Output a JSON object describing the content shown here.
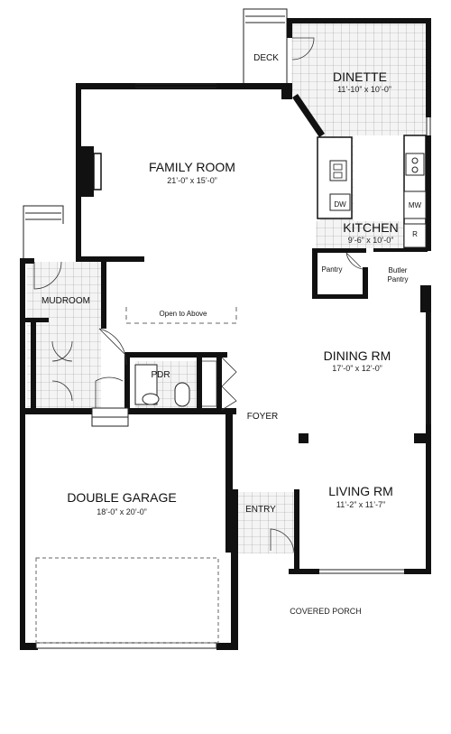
{
  "rooms": {
    "deck": {
      "name": "DECK"
    },
    "dinette": {
      "name": "DINETTE",
      "dims": "11’-10” x 10’-0”"
    },
    "family": {
      "name": "FAMILY ROOM",
      "dims": "21’-0” x 15’-0”"
    },
    "kitchen": {
      "name": "KITCHEN",
      "dims": "9’-6” x 10’-0”"
    },
    "pantry": {
      "name": "Pantry"
    },
    "butler": {
      "line1": "Butler",
      "line2": "Pantry"
    },
    "mudroom": {
      "name": "MUDROOM"
    },
    "dining": {
      "name": "DINING RM",
      "dims": "17’-0” x 12’-0”"
    },
    "pdr": {
      "name": "PDR"
    },
    "foyer": {
      "name": "FOYER"
    },
    "garage": {
      "name": "DOUBLE GARAGE",
      "dims": "18’-0” x 20’-0”"
    },
    "entry": {
      "name": "ENTRY"
    },
    "living": {
      "name": "LIVING RM",
      "dims": "11’-2” x 11’-7”"
    }
  },
  "labels": {
    "open_above": "Open to Above",
    "covered_porch": "COVERED PORCH",
    "dw": "DW",
    "mw": "MW",
    "fridge": "R"
  }
}
